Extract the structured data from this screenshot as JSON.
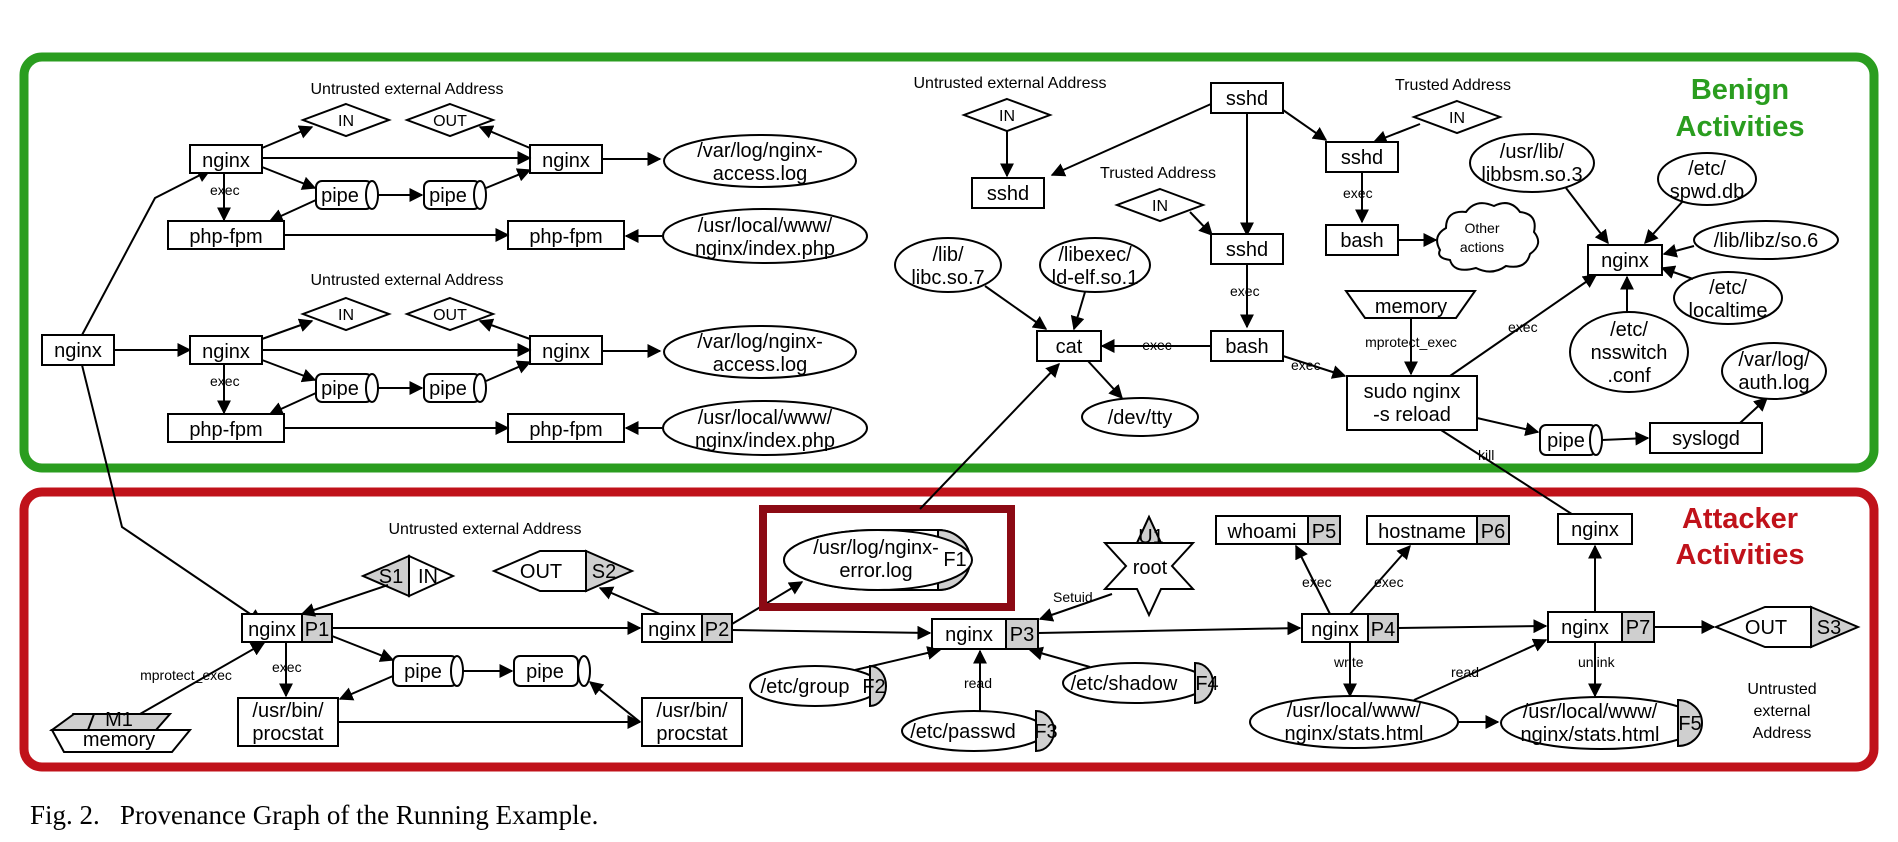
{
  "colors": {
    "benign": "#2a9d1f",
    "attacker": "#c0121a",
    "tag_fill": "#cfcfcf"
  },
  "caption": "Fig. 2.   Provenance Graph of the Running Example.",
  "regions": {
    "benign": {
      "title_line1": "Benign",
      "title_line2": "Activities"
    },
    "attacker": {
      "title_line1": "Attacker",
      "title_line2": "Activities"
    }
  },
  "labels": {
    "untrusted_external_address": "Untrusted external Address",
    "trusted_address": "Trusted Address",
    "untrusted_external_address_stack": [
      "Untrusted",
      "external",
      "Address"
    ]
  },
  "edge_labels": {
    "exec": "exec",
    "read": "read",
    "write": "write",
    "unlink": "unlink",
    "kill": "kill",
    "setuid": "Setuid",
    "mprotect_exec": "mprotect_exec"
  },
  "benign": {
    "nginx_root": "nginx",
    "cluster": {
      "nginx": "nginx",
      "php_fpm": "php-fpm",
      "pipe": "pipe",
      "in": "IN",
      "out": "OUT",
      "access_log": [
        "/var/log/nginx-",
        "access.log"
      ],
      "index_php": [
        "/usr/local/www/",
        "nginx/index.php"
      ]
    },
    "sshd": "sshd",
    "bash": "bash",
    "cat": "cat",
    "libc": [
      "/lib/",
      "libc.so.7"
    ],
    "ld_elf": [
      "/libexec/",
      "ld-elf.so.1"
    ],
    "dev_tty": "/dev/tty",
    "other_actions": [
      "Other",
      "actions"
    ],
    "memory": "memory",
    "sudo_nginx": [
      "sudo nginx",
      "-s reload"
    ],
    "nginx_right": "nginx",
    "libbsm": [
      "/usr/lib/",
      "libbsm.so.3"
    ],
    "spwd": [
      "/etc/",
      "spwd.db"
    ],
    "libz": "/lib/libz/so.6",
    "localtime": [
      "/etc/",
      "localtime"
    ],
    "nsswitch": [
      "/etc/",
      "nsswitch",
      ".conf"
    ],
    "auth_log": [
      "/var/log/",
      "auth.log"
    ],
    "syslogd": "syslogd",
    "pipe": "pipe"
  },
  "attacker": {
    "p1": {
      "name": "nginx",
      "tag": "P1"
    },
    "p2": {
      "name": "nginx",
      "tag": "P2"
    },
    "p3": {
      "name": "nginx",
      "tag": "P3"
    },
    "p4": {
      "name": "nginx",
      "tag": "P4"
    },
    "p5": {
      "name": "whoami",
      "tag": "P5"
    },
    "p6": {
      "name": "hostname",
      "tag": "P6"
    },
    "p7": {
      "name": "nginx",
      "tag": "P7"
    },
    "nginx_killed": "nginx",
    "s1": {
      "name": "IN",
      "tag": "S1"
    },
    "s2": {
      "name": "OUT",
      "tag": "S2"
    },
    "s3": {
      "name": "OUT",
      "tag": "S3"
    },
    "m1": {
      "name": "memory",
      "tag": "M1"
    },
    "u1": {
      "name": "root",
      "tag": "U1"
    },
    "f1": {
      "lines": [
        "/usr/log/nginx-",
        "error.log"
      ],
      "tag": "F1"
    },
    "f2": {
      "name": "/etc/group",
      "tag": "F2"
    },
    "f3": {
      "name": "/etc/passwd",
      "tag": "F3"
    },
    "f4": {
      "name": "/etc/shadow",
      "tag": "F4"
    },
    "f5": {
      "lines": [
        "/usr/local/www/",
        "nginx/stats.html"
      ],
      "tag": "F5"
    },
    "stats": [
      "/usr/local/www/",
      "nginx/stats.html"
    ],
    "pipe": "pipe",
    "procstat": [
      "/usr/bin/",
      "procstat"
    ]
  }
}
